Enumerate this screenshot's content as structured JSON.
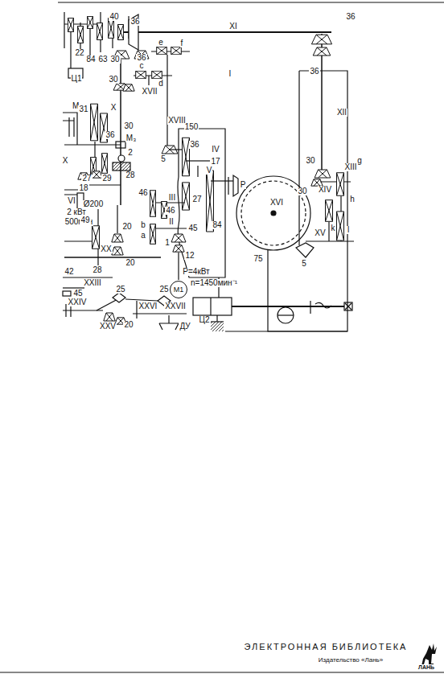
{
  "diagram": {
    "nodes": [
      {
        "text": [
          "M1"
        ]
      }
    ],
    "labels": [
      "40",
      "36",
      "22",
      "84",
      "63",
      "30",
      "36",
      "Ц1",
      "XI",
      "36",
      "36",
      "e",
      "f",
      "c",
      "d",
      "30",
      "XVII",
      "X",
      "30",
      "XVIII",
      "M₂",
      "31",
      "36",
      "M₃",
      "2",
      "X",
      "27",
      "29",
      "28",
      "18",
      "VI",
      "Ø200",
      "150",
      "5",
      "I",
      "36",
      "IV",
      "17",
      "V",
      "P",
      "27",
      "84",
      "46",
      "III",
      "46",
      "II",
      "b",
      "a",
      "1",
      "45",
      "12",
      "2 кВт",
      "500мин",
      "49",
      "20",
      "28",
      "XX",
      "20",
      "Р=4кВт",
      "n=1450мин⁻¹",
      "42",
      "XXIII",
      "45",
      "XXIV",
      "25",
      "25",
      "XXVI",
      "XXVII",
      "XXV",
      "20",
      "ДУ",
      "Ц2",
      "XII",
      "30",
      "XIII",
      "g",
      "30",
      "XIV",
      "h",
      "k",
      "XV",
      "l",
      "XVI",
      "75",
      "5",
      "ЭЛЕКТРОННАЯ БИБЛИОТЕКА",
      "Издательство «Лань»",
      "ЛАНЬ"
    ]
  }
}
